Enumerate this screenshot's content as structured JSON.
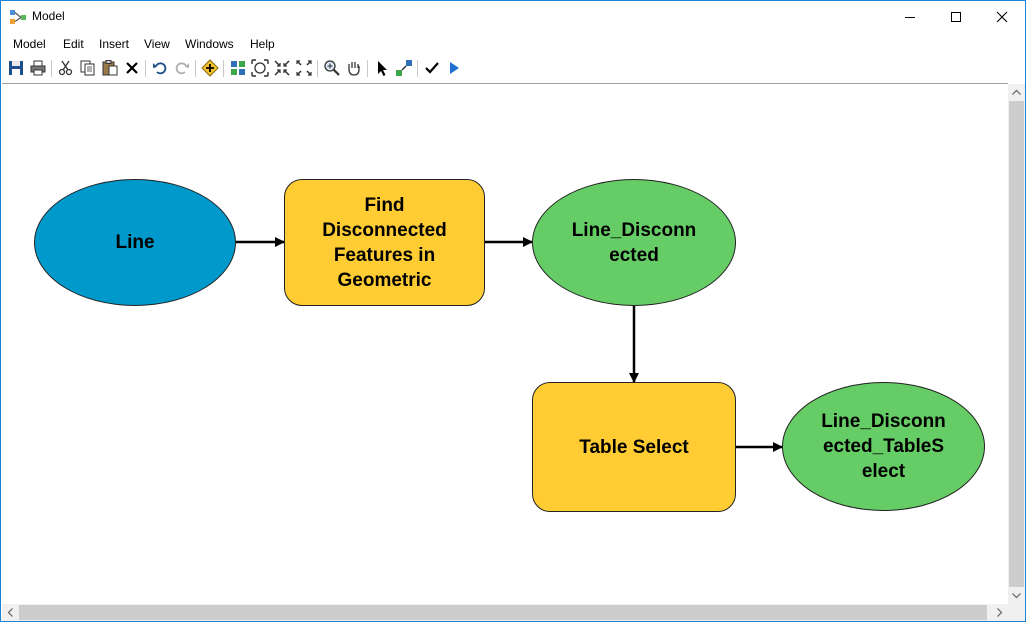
{
  "window": {
    "title": "Model"
  },
  "menu": [
    "Model",
    "Edit",
    "Insert",
    "View",
    "Windows",
    "Help"
  ],
  "toolbar": [
    "save-icon",
    "print-icon",
    "cut-icon",
    "copy-icon",
    "paste-icon",
    "delete-icon",
    "undo-icon",
    "redo-icon",
    "add-data-icon",
    "auto-layout-icon",
    "full-extent-icon",
    "zoom-in-fixed-icon",
    "zoom-out-fixed-icon",
    "zoom-icon",
    "pan-icon",
    "select-icon",
    "connect-icon",
    "validate-icon",
    "run-icon"
  ],
  "nodes": {
    "line": {
      "label": "Line",
      "color": "#0099cc"
    },
    "find": {
      "label": "Find\nDisconnected\nFeatures in\nGeometric",
      "color": "#ffcc33"
    },
    "disc": {
      "label": "Line_Disconn\nected",
      "color": "#66cc66"
    },
    "table": {
      "label": "Table Select",
      "color": "#ffcc33"
    },
    "out": {
      "label": "Line_Disconn\nected_TableS\nelect",
      "color": "#66cc66"
    }
  }
}
